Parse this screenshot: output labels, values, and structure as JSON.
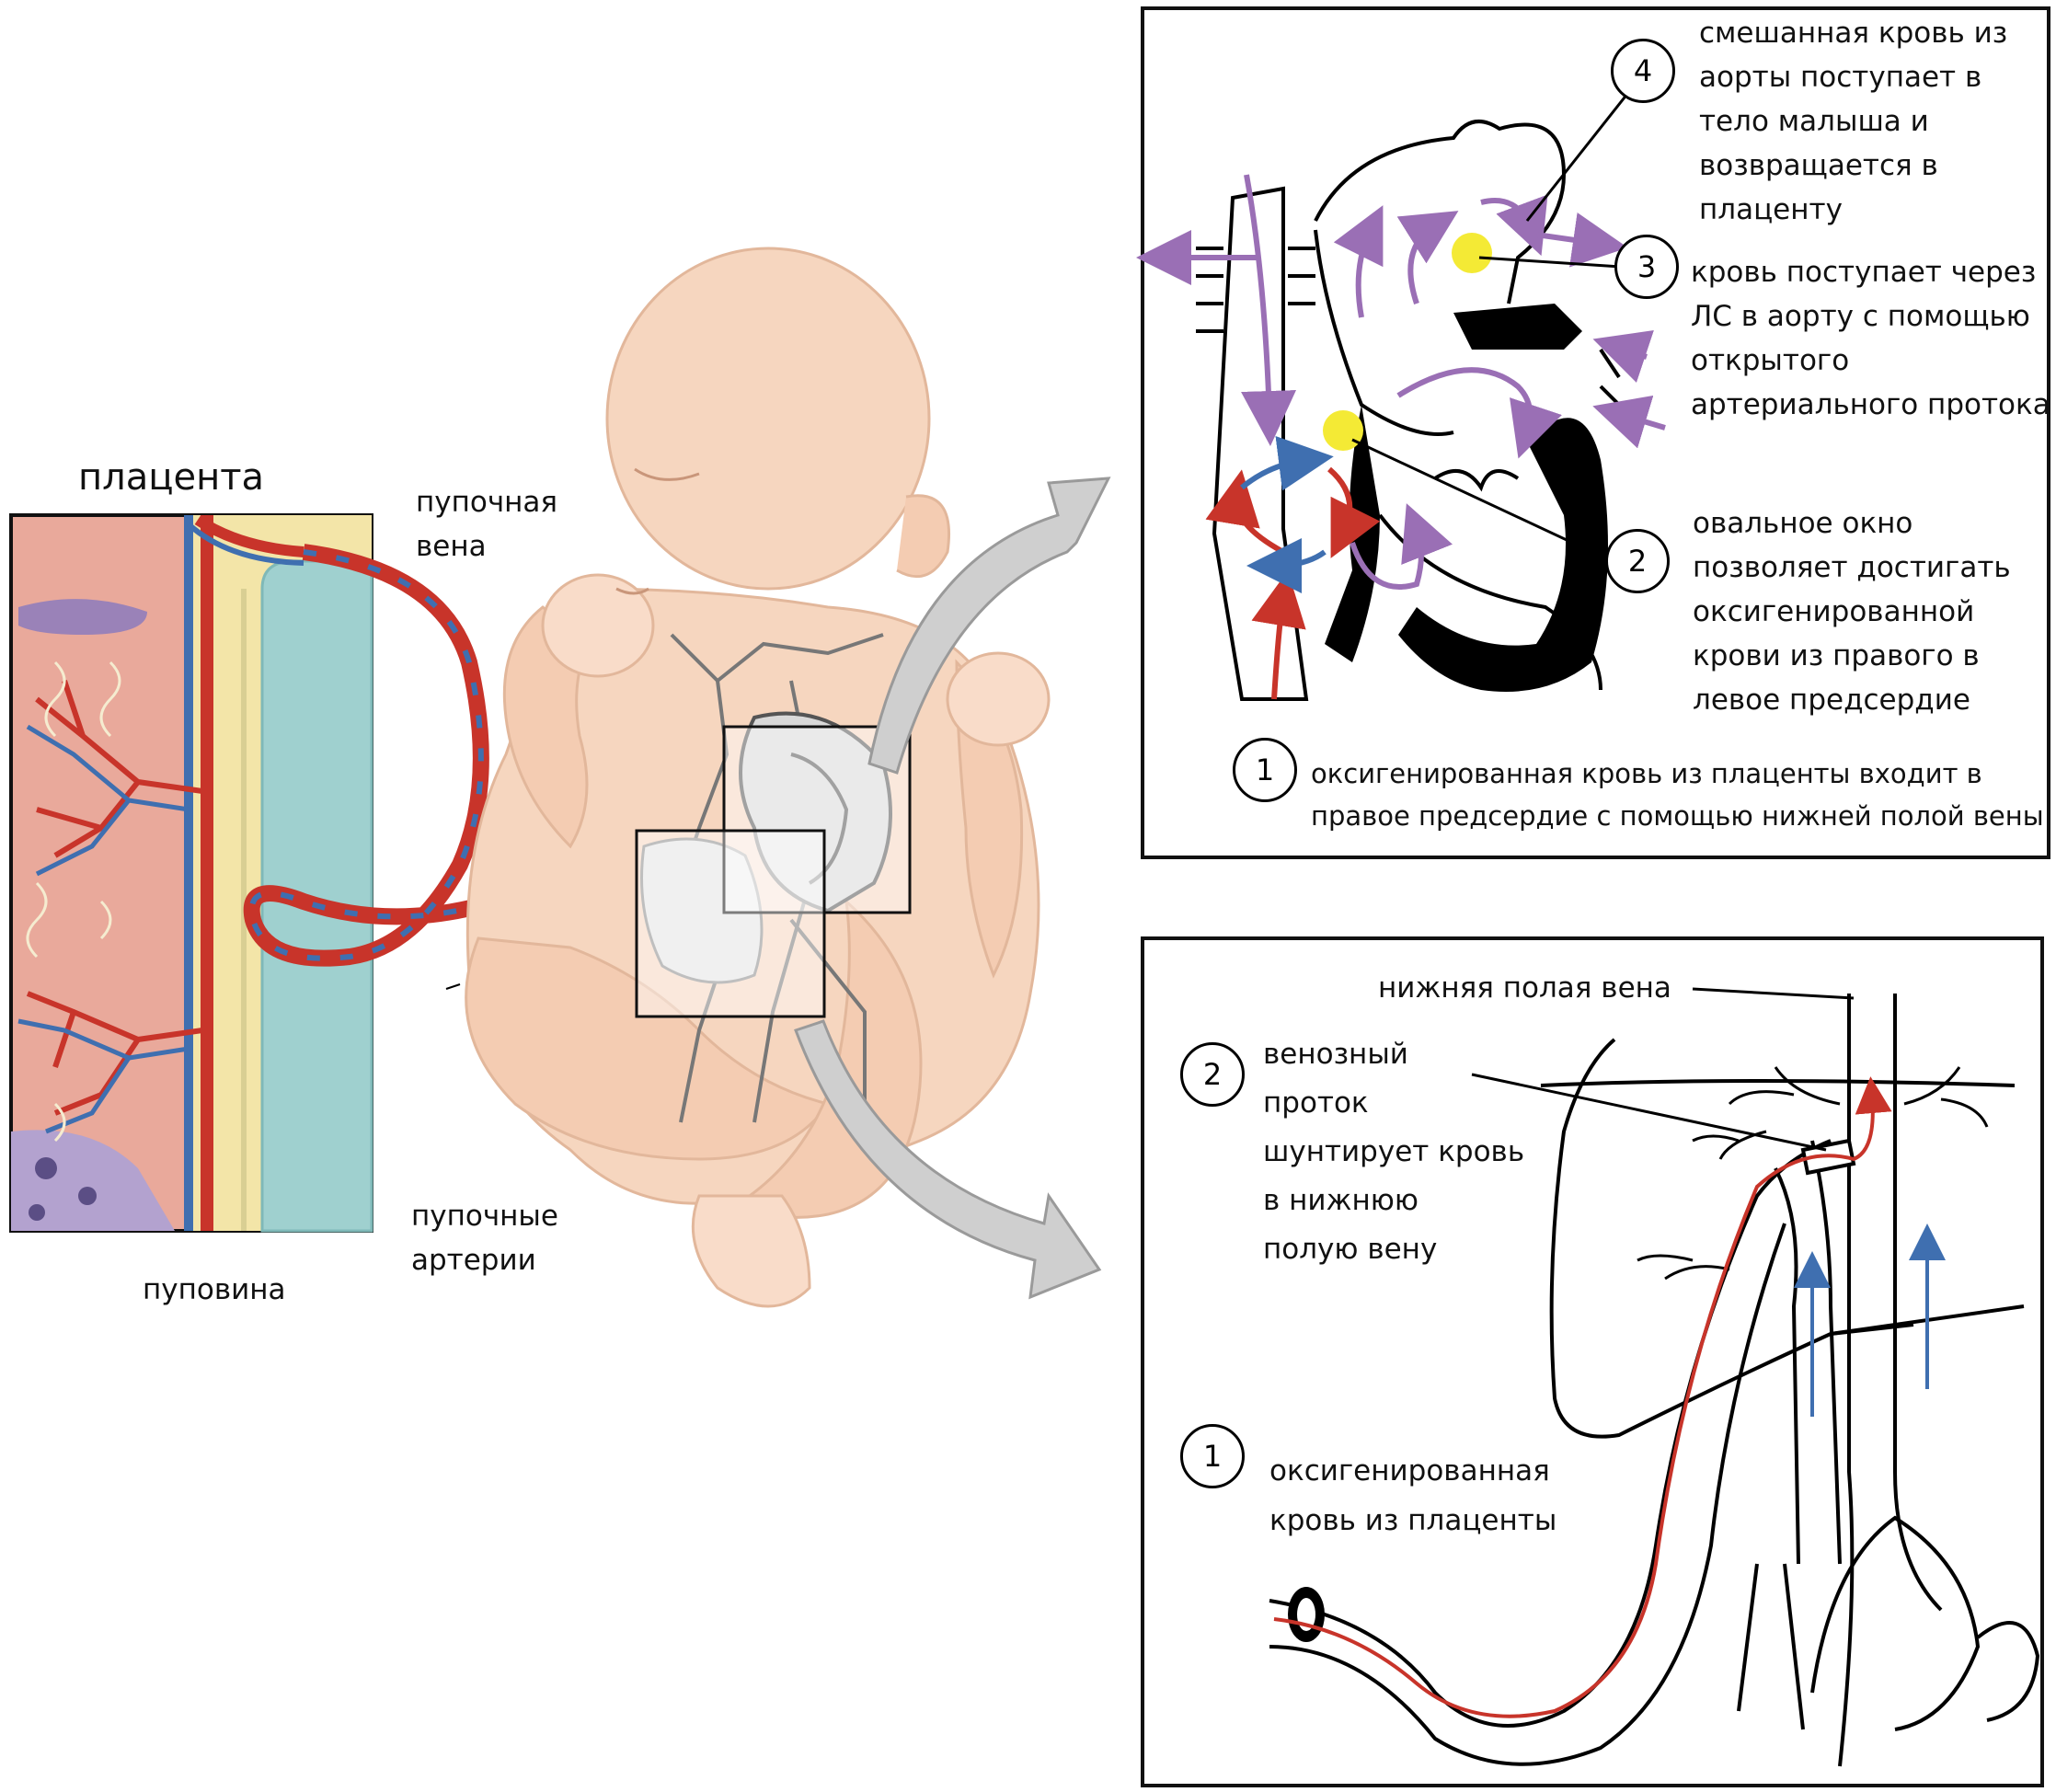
{
  "left_panel": {
    "placenta_title": "плацента",
    "umbilical_vein": [
      "пупочная",
      "вена"
    ],
    "umbilical_arteries": [
      "пупочные",
      "артерии"
    ],
    "umbilical_cord": "пуповина"
  },
  "heart_panel": {
    "step4": {
      "num": "4",
      "lines": [
        "смешанная кровь из",
        "аорты поступает в",
        "тело малыша и",
        "возвращается в",
        "плаценту"
      ]
    },
    "step3": {
      "num": "3",
      "lines": [
        "кровь поступает через",
        "ЛС в аорту  с помощью",
        "открытого",
        "артериального протока"
      ]
    },
    "step2": {
      "num": "2",
      "lines": [
        "овальное окно",
        "позволяет достигать",
        "оксигенированной",
        "крови из правого в",
        "левое предсердие"
      ]
    },
    "step1": {
      "num": "1",
      "lines": [
        "оксигенированная кровь из плаценты входит в",
        "правое предсердие с помощью нижней полой вены"
      ]
    }
  },
  "liver_panel": {
    "ivc_label": "нижняя полая вена",
    "step2": {
      "num": "2",
      "lines": [
        "венозный",
        "проток",
        "шунтирует кровь",
        "в нижнюю",
        "полую вену"
      ]
    },
    "step1": {
      "num": "1",
      "lines": [
        "оксигенированная",
        "кровь из плаценты"
      ]
    }
  },
  "colors": {
    "oxygenated": "#c8342a",
    "deoxygenated": "#3f6fb0",
    "mixed": "#9a6fb5",
    "skin": "#f6d6bf",
    "skin_outline": "#e2b79b",
    "placenta": "#e9a99b",
    "amnion": "#9fd0cf",
    "highlight": "#f4ea35"
  }
}
